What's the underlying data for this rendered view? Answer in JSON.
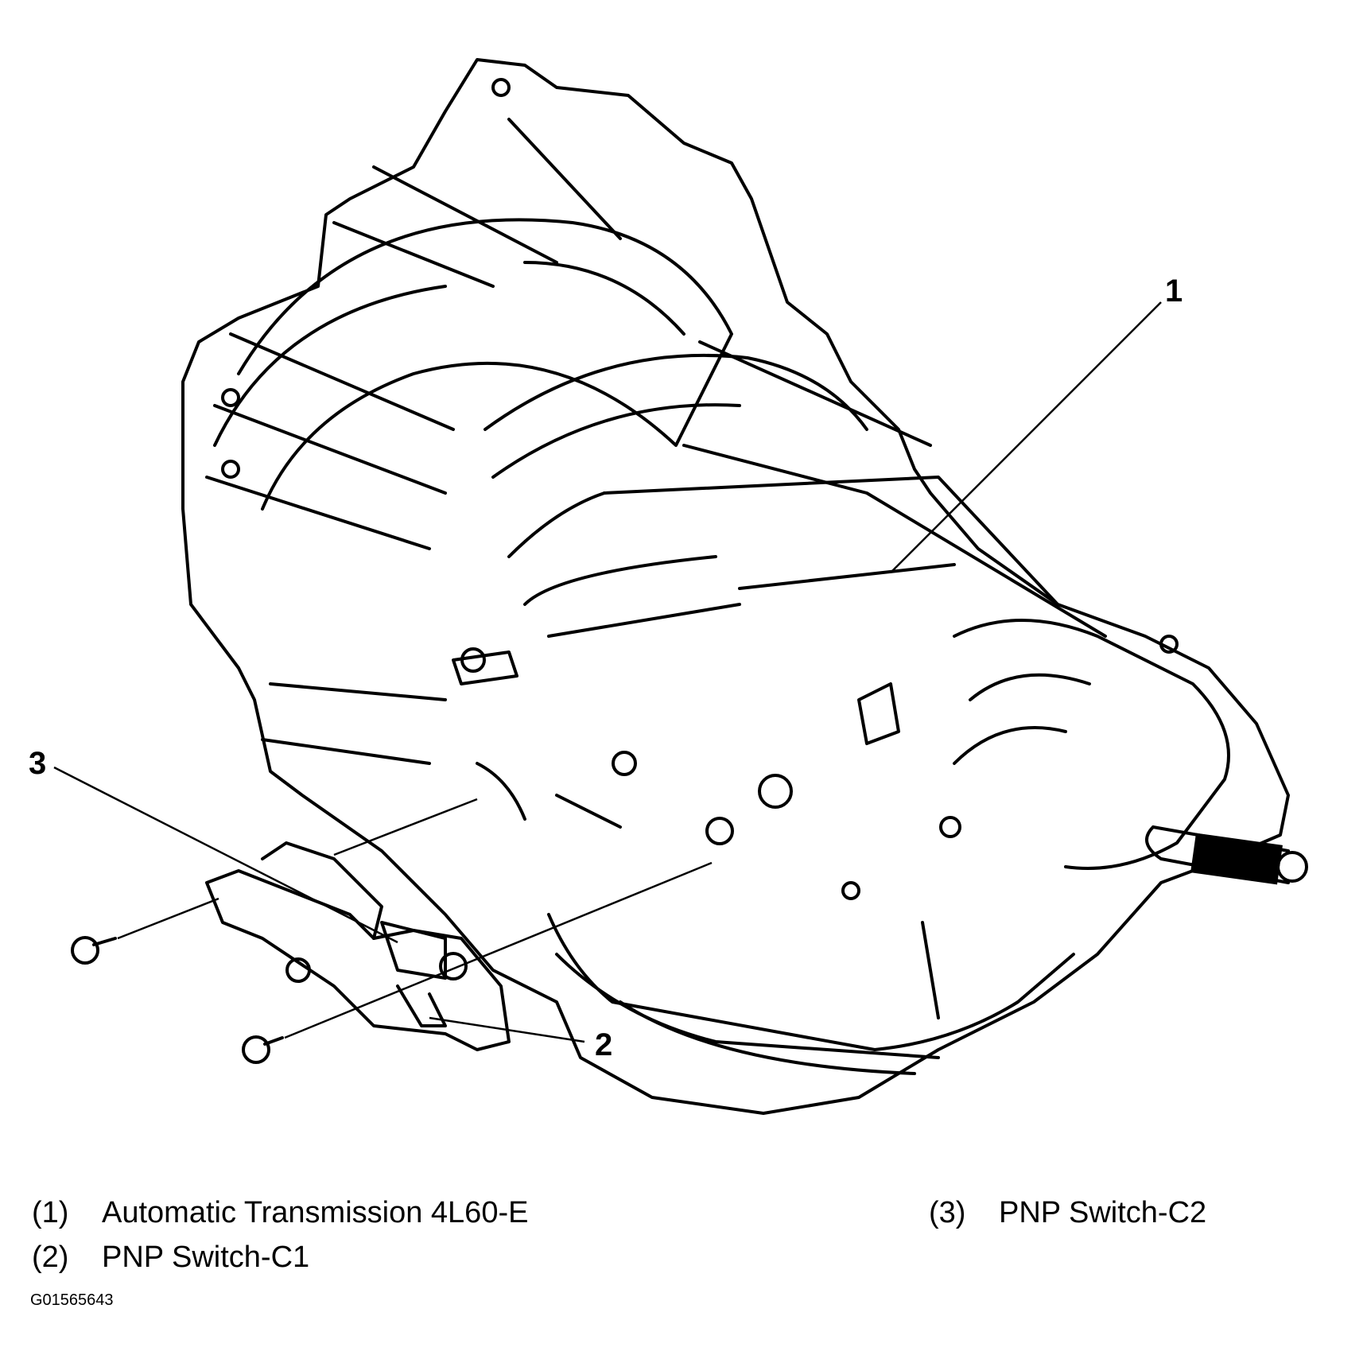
{
  "callouts": {
    "c1": "1",
    "c2": "2",
    "c3": "3"
  },
  "legend": [
    {
      "num": "(1)",
      "text": "Automatic Transmission 4L60-E"
    },
    {
      "num": "(2)",
      "text": "PNP Switch-C1"
    },
    {
      "num": "(3)",
      "text": "PNP Switch-C2"
    }
  ],
  "figure_code": "G01565643"
}
